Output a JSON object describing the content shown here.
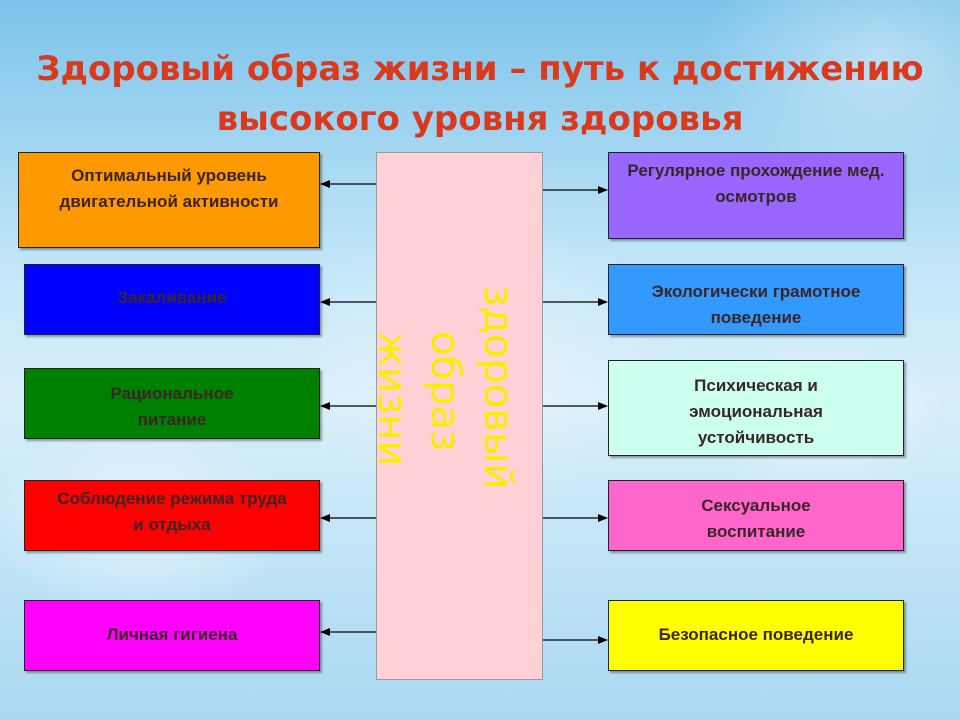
{
  "title": {
    "line1": "Здоровый образ жизни – путь к достижению",
    "line2": "высокого уровня здоровья"
  },
  "center": {
    "word1": "здоровый",
    "word2": "образ",
    "word3": "жизни"
  },
  "left_boxes": [
    {
      "label": "Оптимальный уровень двигательной активности",
      "color": "#ff9900"
    },
    {
      "label": "Закаливание",
      "color": "#0000ff"
    },
    {
      "label": "Рациональное питание",
      "color": "#008000"
    },
    {
      "label": "Соблюдение режима труда и отдыха",
      "color": "#ff0000"
    },
    {
      "label": "Личная гигиена",
      "color": "#ff00ff"
    }
  ],
  "right_boxes": [
    {
      "label": "Регулярное прохождение мед. осмотров",
      "color": "#9966ff"
    },
    {
      "label": "Экологически грамотное поведение",
      "color": "#3399ff"
    },
    {
      "label": "Психическая и эмоциональная устойчивость",
      "color": "#ccffee"
    },
    {
      "label": "Сексуальное воспитание",
      "color": "#ff66cc"
    },
    {
      "label": "Безопасное поведение",
      "color": "#ffff00"
    }
  ]
}
